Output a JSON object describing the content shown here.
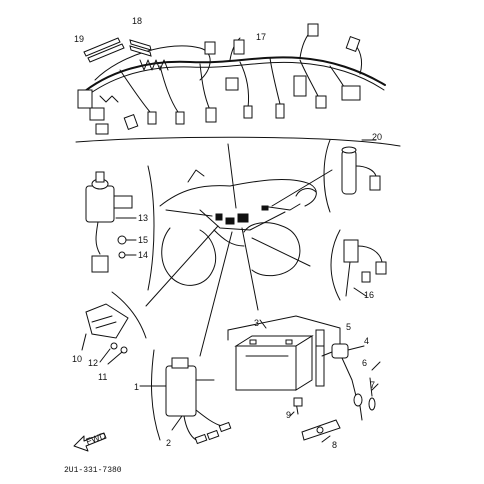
{
  "diagram": {
    "callouts": {
      "c1": "1",
      "c2": "2",
      "c3": "3",
      "c4": "4",
      "c5": "5",
      "c6": "6",
      "c7": "7",
      "c8": "8",
      "c9": "9",
      "c10": "10",
      "c11": "11",
      "c12": "12",
      "c13": "13",
      "c14": "14",
      "c15": "15",
      "c16": "16",
      "c17": "17",
      "c18": "18",
      "c19": "19",
      "c20": "20"
    },
    "front_label": "FWD",
    "part_code": "2U1-331-7380"
  }
}
